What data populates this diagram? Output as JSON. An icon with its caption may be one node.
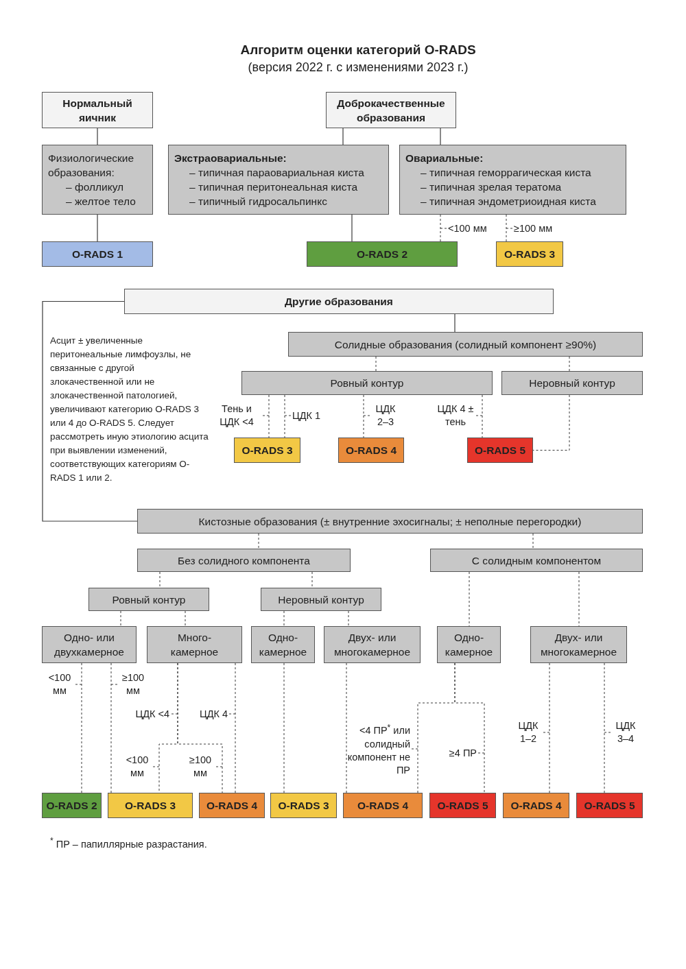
{
  "diagram": {
    "title": "Алгоритм оценки категорий O-RADS",
    "nodes": [
      {
        "text": [
          "Нормальный яичник"
        ]
      },
      {
        "text": [
          "Доброкачественные образования"
        ]
      },
      {
        "text": [
          "Физиологические образования:",
          "– фолликул",
          "– желтое тело"
        ]
      },
      {
        "text": [
          "Экстраовариальные:",
          "– типичная параовариальная киста",
          "– типичная перитонеальная киста",
          "– типичный гидросальпинкс"
        ]
      },
      {
        "text": [
          "Овариальные:",
          "– типичная геморрагическая киста",
          "– типичная зрелая тератома",
          "– типичная эндометриоидная киста"
        ]
      },
      {
        "text": [
          "O-RADS 1"
        ]
      },
      {
        "text": [
          "O-RADS 2"
        ]
      },
      {
        "text": [
          "O-RADS 3"
        ]
      },
      {
        "text": [
          "Другие образования"
        ]
      },
      {
        "text": [
          "Солидные образования (солидный компонент ≥90%)"
        ]
      },
      {
        "text": [
          "Ровный контур"
        ]
      },
      {
        "text": [
          "Неровный контур"
        ]
      },
      {
        "text": [
          "O-RADS 3"
        ]
      },
      {
        "text": [
          "O-RADS 4"
        ]
      },
      {
        "text": [
          "O-RADS 5"
        ]
      },
      {
        "text": [
          "Кистозные образования (± внутренние эхосигналы; ± неполные перегородки)"
        ]
      },
      {
        "text": [
          "Без солидного компонента"
        ]
      },
      {
        "text": [
          "С солидным компонентом"
        ]
      },
      {
        "text": [
          "Ровный контур"
        ]
      },
      {
        "text": [
          "Неровный контур"
        ]
      },
      {
        "text": [
          "Одно- или двухкамерное"
        ]
      },
      {
        "text": [
          "Много- камерное"
        ]
      },
      {
        "text": [
          "Одно- камерное"
        ]
      },
      {
        "text": [
          "Двух- или многокамерное"
        ]
      },
      {
        "text": [
          "Одно- камерное"
        ]
      },
      {
        "text": [
          "Двух- или многокамерное"
        ]
      },
      {
        "text": [
          "O-RADS 2"
        ]
      },
      {
        "text": [
          "O-RADS 3"
        ]
      },
      {
        "text": [
          "O-RADS 4"
        ]
      },
      {
        "text": [
          "O-RADS 3"
        ]
      },
      {
        "text": [
          "O-RADS 4"
        ]
      },
      {
        "text": [
          "O-RADS 5"
        ]
      },
      {
        "text": [
          "O-RADS 4"
        ]
      },
      {
        "text": [
          "O-RADS 5"
        ]
      }
    ],
    "edges": [
      {
        "from": 0,
        "to": 2,
        "arrow": "none"
      },
      {
        "from": 2,
        "to": 5,
        "arrow": "none"
      },
      {
        "from": 1,
        "to": 3,
        "arrow": "none"
      },
      {
        "from": 1,
        "to": 4,
        "arrow": "none"
      },
      {
        "from": 3,
        "to": 6,
        "arrow": "none"
      },
      {
        "from": 4,
        "to": 6,
        "arrow": "none",
        "label": "<100 мм",
        "style": "dashed"
      },
      {
        "from": 4,
        "to": 7,
        "arrow": "none",
        "label": "≥100 мм",
        "style": "dashed"
      },
      {
        "from": 8,
        "to": 9,
        "arrow": "none"
      },
      {
        "from": 8,
        "to": 15,
        "arrow": "none"
      },
      {
        "from": 9,
        "to": 10,
        "arrow": "none",
        "style": "dashed"
      },
      {
        "from": 9,
        "to": 11,
        "arrow": "none",
        "style": "dashed"
      },
      {
        "from": 10,
        "to": 12,
        "arrow": "none",
        "label": "Тень и ЦДК <4",
        "style": "dashed"
      },
      {
        "from": 10,
        "to": 12,
        "arrow": "none",
        "label": "ЦДК 1",
        "style": "dashed"
      },
      {
        "from": 10,
        "to": 13,
        "arrow": "none",
        "label": "ЦДК 2–3",
        "style": "dashed"
      },
      {
        "from": 10,
        "to": 14,
        "arrow": "none",
        "label": "ЦДК 4 ± тень",
        "style": "dashed"
      },
      {
        "from": 11,
        "to": 14,
        "arrow": "none",
        "style": "dashed"
      },
      {
        "from": 15,
        "to": 16,
        "arrow": "none",
        "style": "dashed"
      },
      {
        "from": 15,
        "to": 17,
        "arrow": "none",
        "style": "dashed"
      },
      {
        "from": 16,
        "to": 18,
        "arrow": "none",
        "style": "dashed"
      },
      {
        "from": 16,
        "to": 19,
        "arrow": "none",
        "style": "dashed"
      },
      {
        "from": 18,
        "to": 20,
        "arrow": "none",
        "style": "dashed"
      },
      {
        "from": 18,
        "to": 21,
        "arrow": "none",
        "style": "dashed"
      },
      {
        "from": 19,
        "to": 22,
        "arrow": "none",
        "style": "dashed"
      },
      {
        "from": 19,
        "to": 23,
        "arrow": "none",
        "style": "dashed"
      },
      {
        "from": 17,
        "to": 24,
        "arrow": "none",
        "style": "dashed"
      },
      {
        "from": 17,
        "to": 25,
        "arrow": "none",
        "style": "dashed"
      },
      {
        "from": 20,
        "to": 26,
        "arrow": "none",
        "label": "<100 мм",
        "style": "dashed"
      },
      {
        "from": 20,
        "to": 27,
        "arrow": "none",
        "label": "≥100 мм",
        "style": "dashed"
      },
      {
        "from": 21,
        "to": 27,
        "arrow": "none",
        "label": "<100 мм",
        "style": "dashed"
      },
      {
        "from": 21,
        "to": 28,
        "arrow": "none",
        "label": "≥100 мм",
        "style": "dashed"
      },
      {
        "from": 21,
        "to": 28,
        "arrow": "none",
        "label": "ЦДК 4",
        "style": "dashed"
      },
      {
        "from": 22,
        "to": 29,
        "arrow": "none",
        "style": "dashed"
      },
      {
        "from": 23,
        "to": 30,
        "arrow": "none",
        "style": "dashed"
      },
      {
        "from": 24,
        "to": 30,
        "arrow": "none",
        "label": "<4 ПР$^{*}$ или солидный компонент не ПР",
        "style": "dashed"
      },
      {
        "from": 24,
        "to": 31,
        "arrow": "none",
        "label": "≥4 ПР",
        "style": "dashed"
      },
      {
        "from": 25,
        "to": 32,
        "arrow": "none",
        "label": "ЦДК 1–2",
        "style": "dashed"
      },
      {
        "from": 25,
        "to": 33,
        "arrow": "none",
        "label": "ЦДК 3–4",
        "style": "dashed"
      }
    ],
    "labels": [
      "(версия 2022 г. с изменениями 2023 г.)",
      "Асцит ± увеличенные перитонеальные лимфоузлы, не связанные с другой злокачественной или не злокачественной патологией, увеличивают категорию O-RADS 3 или 4 до O-RADS 5. Следует рассмотреть иную этиологию асцита при выявлении изменений, соответствующих категориям O-RADS 1 или 2.",
      "ЦДК <4",
      "$^{*}$ ПР – папиллярные разрастания."
    ]
  }
}
